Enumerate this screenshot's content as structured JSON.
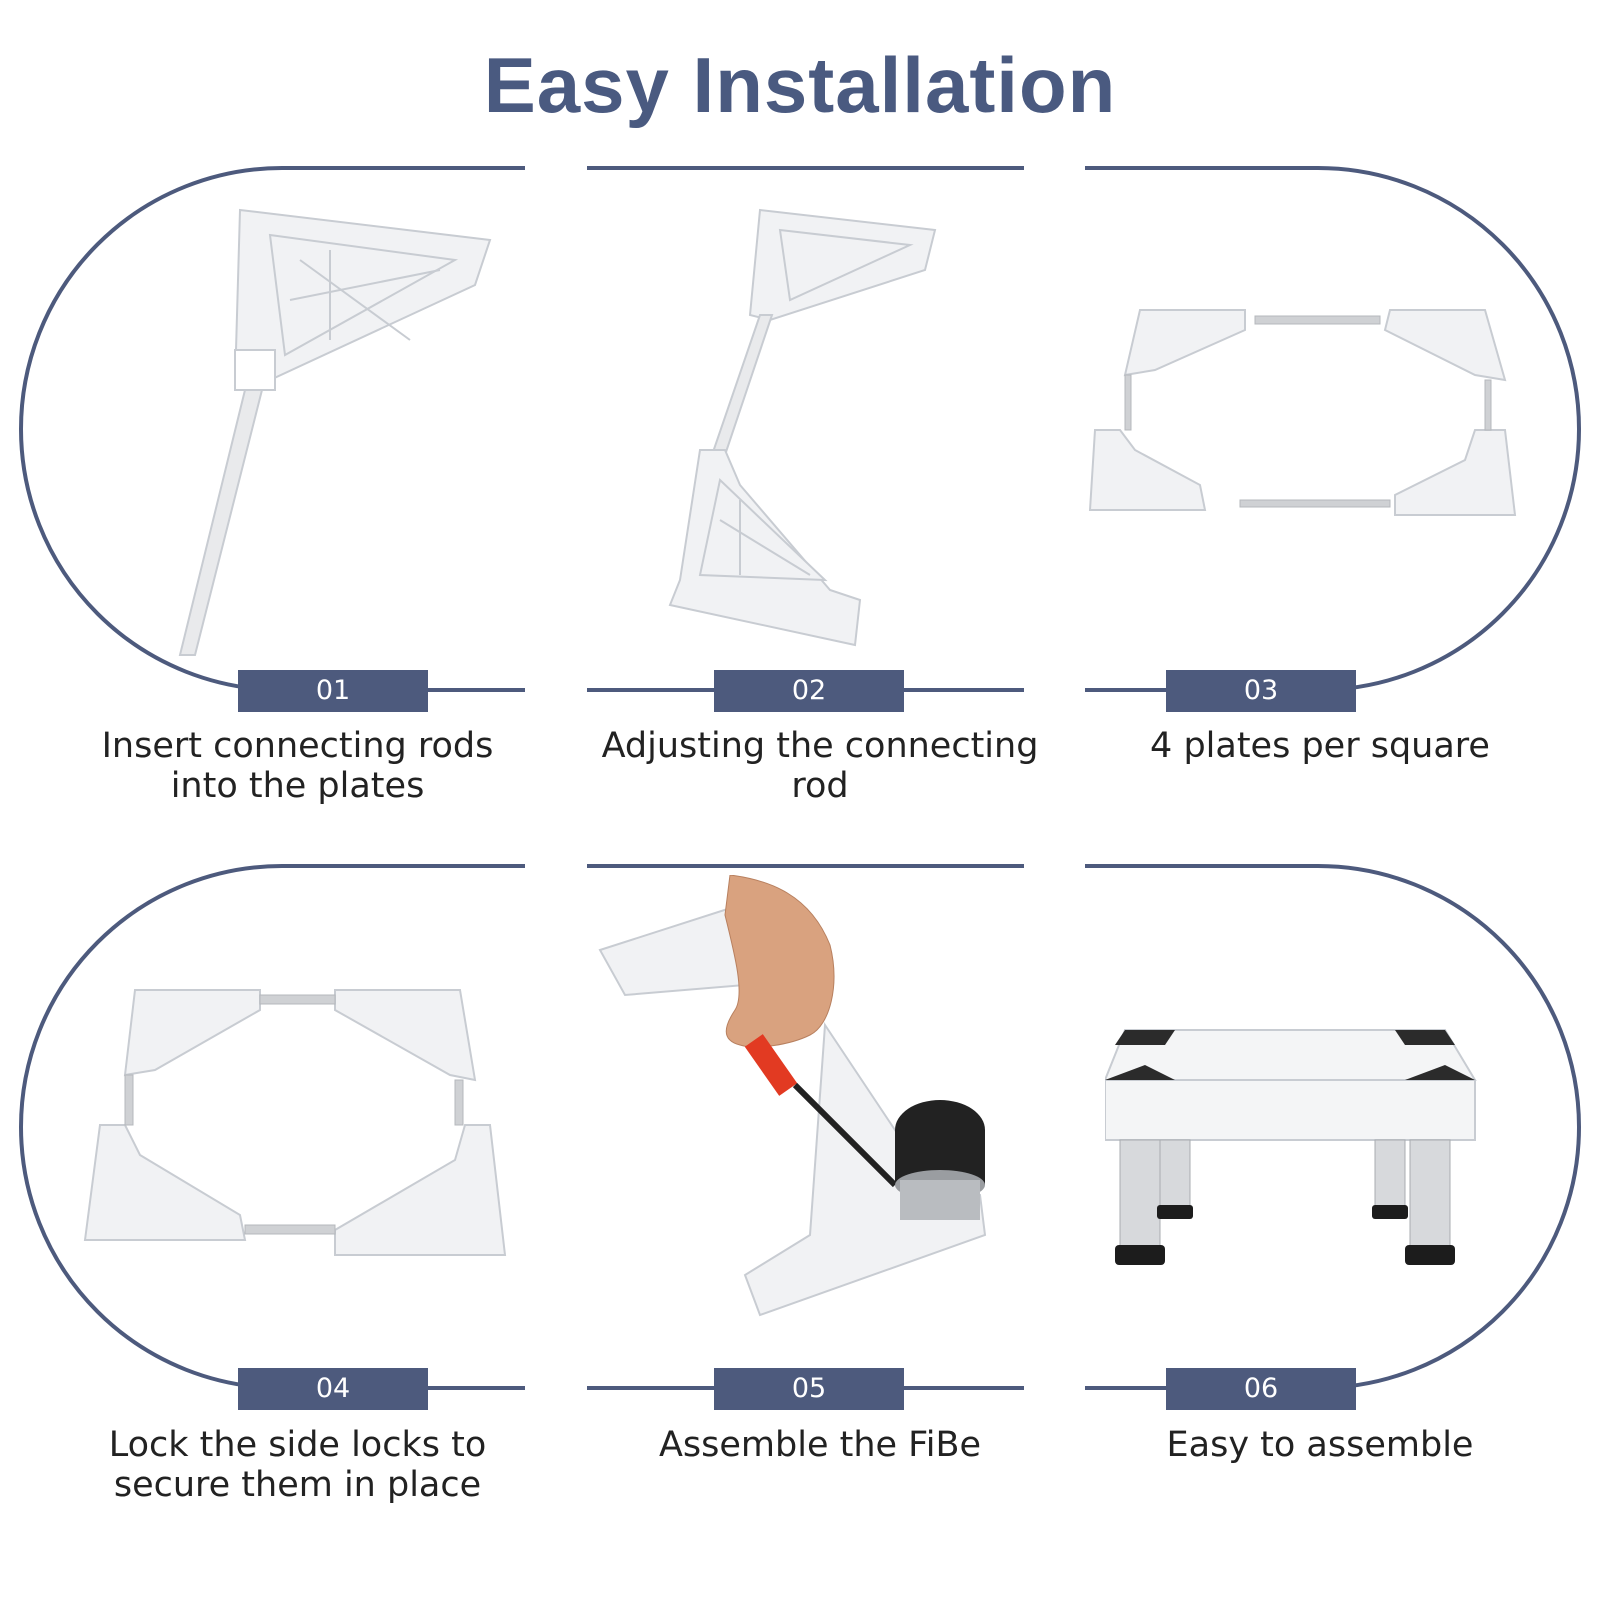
{
  "title": "Easy Installation",
  "colors": {
    "accent": "#4d5a7d",
    "title": "#4a5a80",
    "caption": "#222222"
  },
  "steps": [
    {
      "number": "01",
      "caption": "Insert connecting rods into the plates"
    },
    {
      "number": "02",
      "caption": "Adjusting the connecting rod"
    },
    {
      "number": "03",
      "caption": "4 plates per square"
    },
    {
      "number": "04",
      "caption": "Lock the side locks to secure them in place"
    },
    {
      "number": "05",
      "caption": "Assemble the FiBe"
    },
    {
      "number": "06",
      "caption": "Easy to assemble"
    }
  ]
}
